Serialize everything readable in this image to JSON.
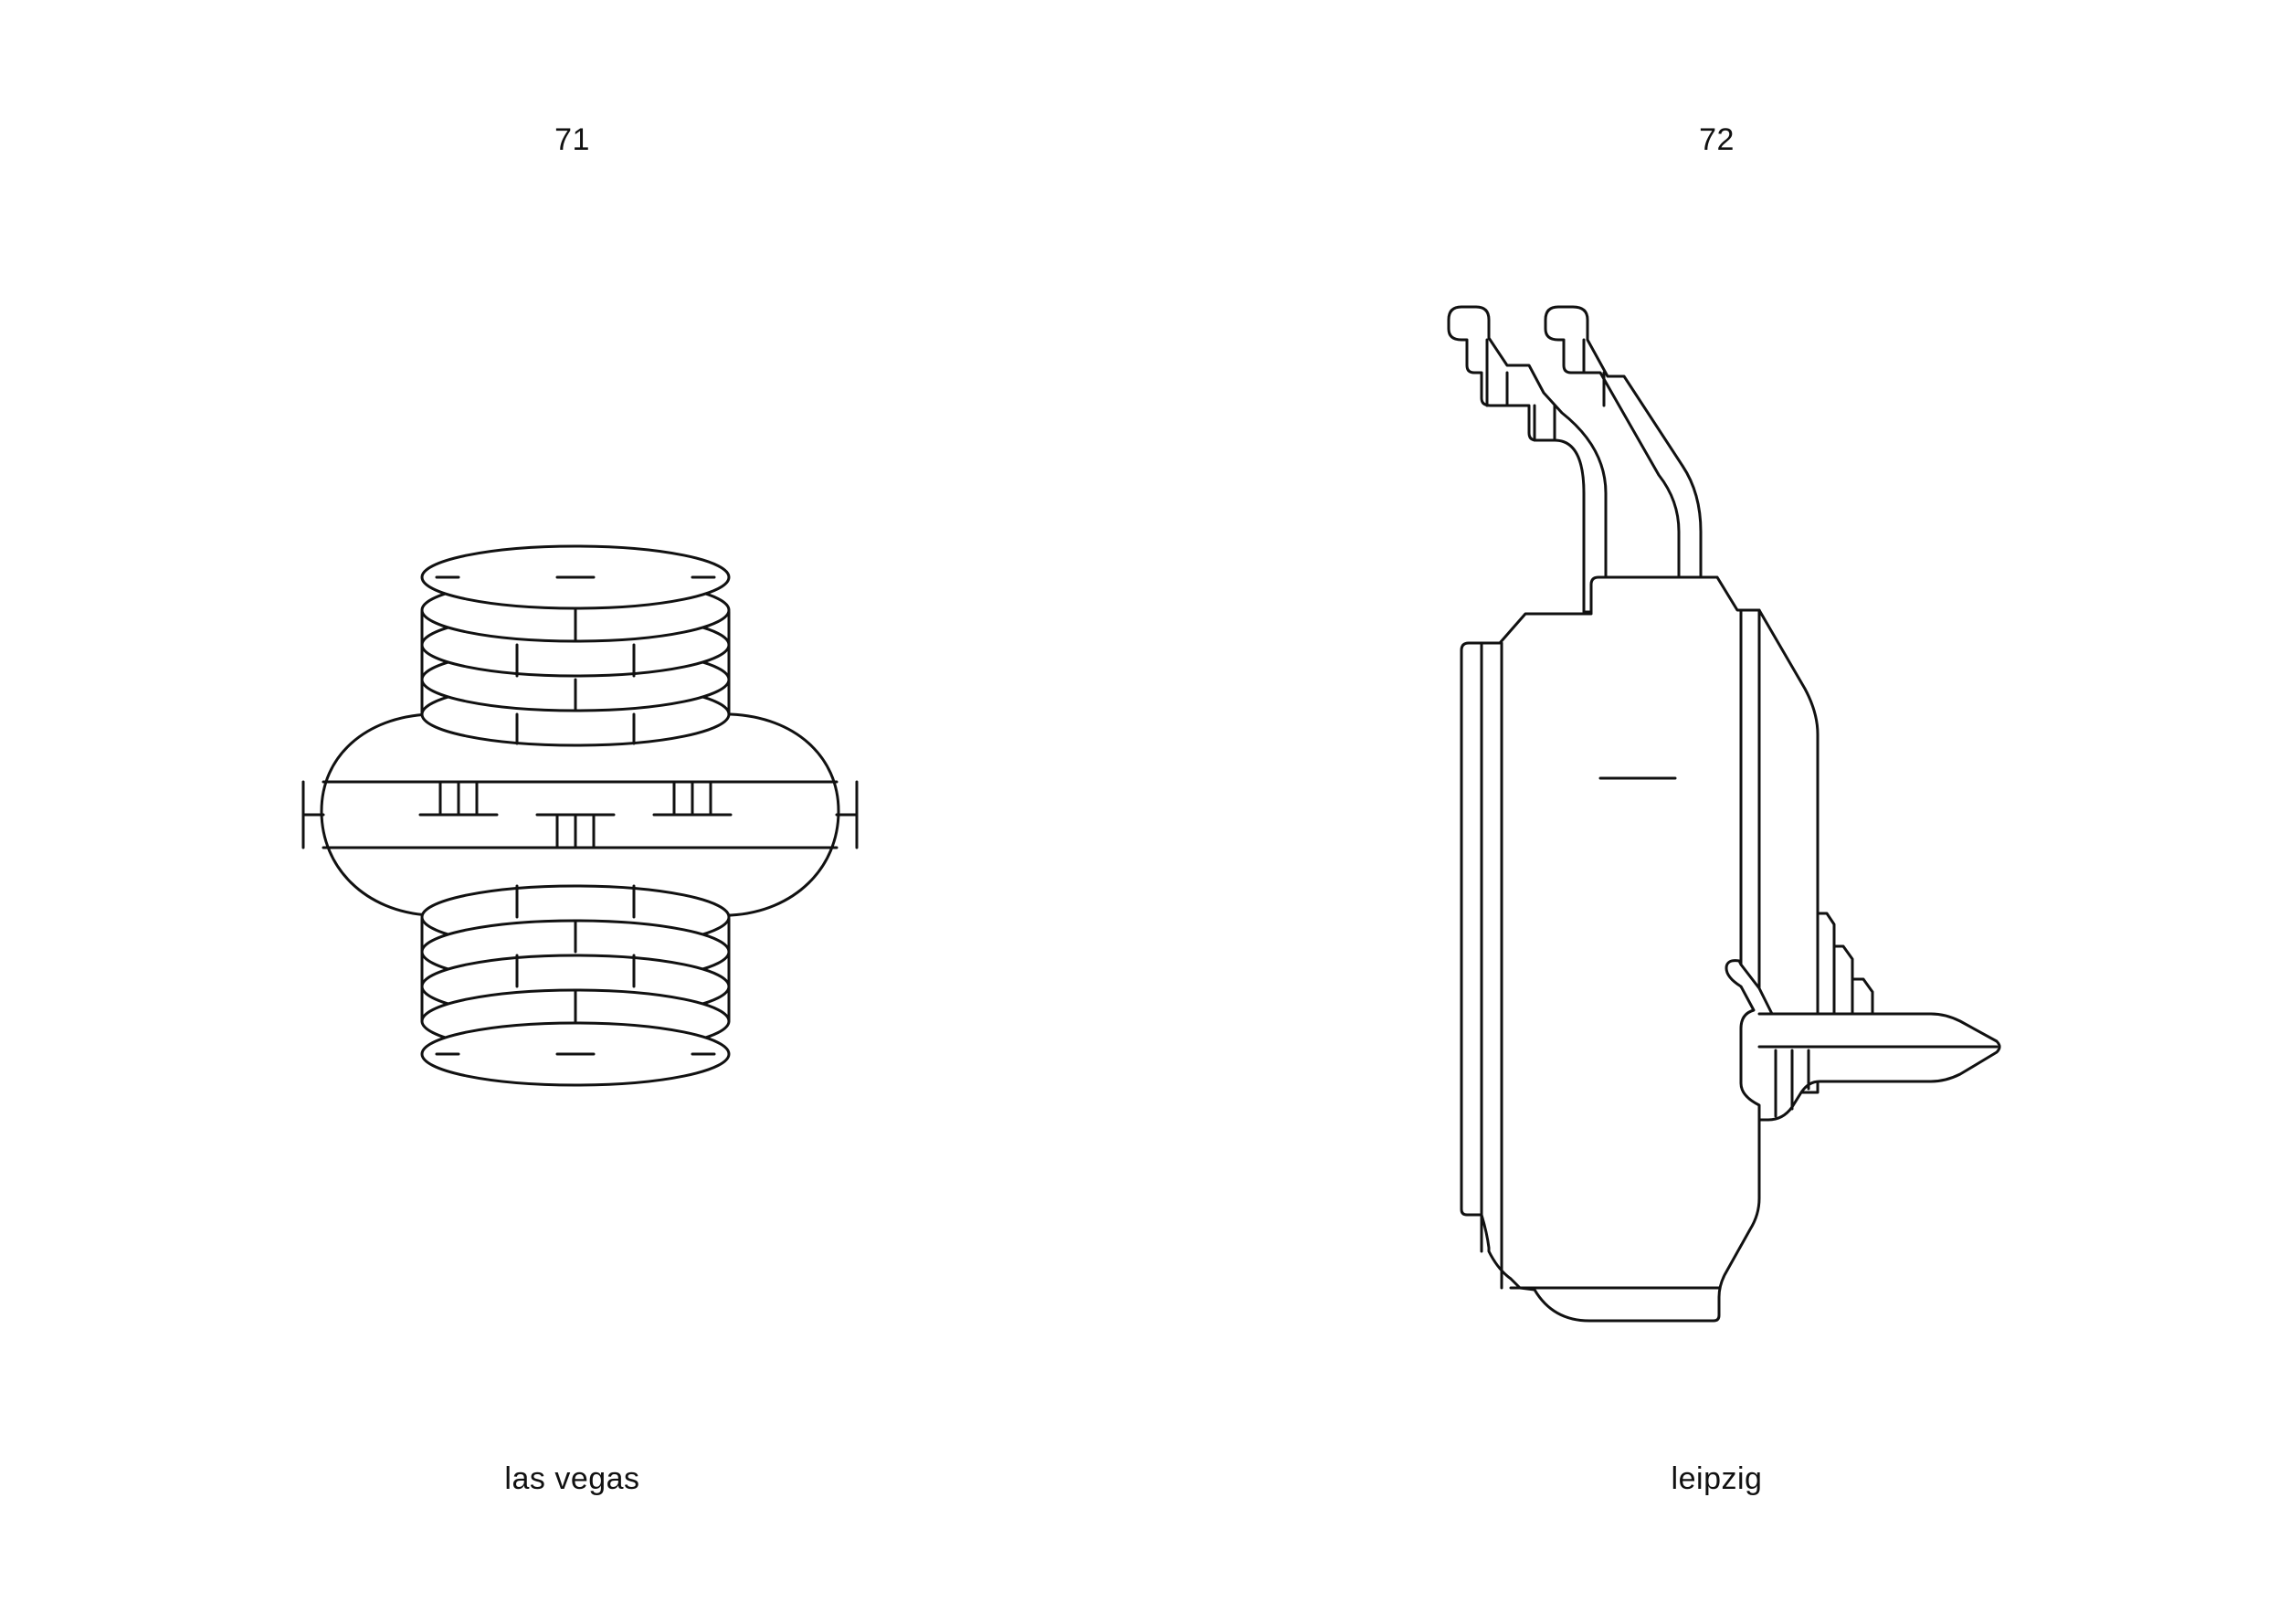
{
  "items": [
    {
      "number": "71",
      "city": "las vegas"
    },
    {
      "number": "72",
      "city": "leipzig"
    }
  ],
  "colors": {
    "ink": "#111111",
    "background": "#ffffff"
  }
}
